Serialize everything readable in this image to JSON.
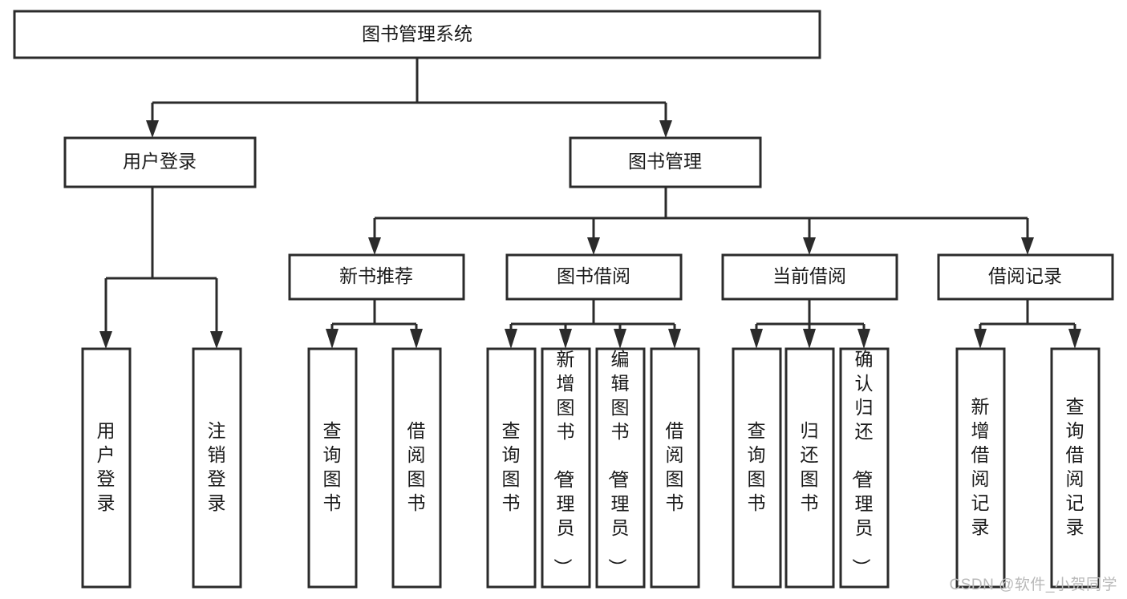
{
  "diagram": {
    "title": "图书管理系统",
    "watermark": "CSDN @软件_小贺同学",
    "colors": {
      "stroke": "#2b2b2b",
      "fill": "#ffffff",
      "text": "#1a1a1a",
      "watermark": "#b9b9b9",
      "background": "#ffffff"
    },
    "levels": {
      "root": "图书管理系统",
      "level2": [
        "用户登录",
        "图书管理"
      ],
      "level3": [
        "新书推荐",
        "图书借阅",
        "当前借阅",
        "借阅记录"
      ]
    },
    "nodes": {
      "root": {
        "label": "图书管理系统",
        "orientation": "horizontal"
      },
      "user_login": {
        "label": "用户登录",
        "orientation": "horizontal"
      },
      "book_manage": {
        "label": "图书管理",
        "orientation": "horizontal"
      },
      "new_book_rec": {
        "label": "新书推荐",
        "orientation": "horizontal"
      },
      "book_borrow": {
        "label": "图书借阅",
        "orientation": "horizontal"
      },
      "current_borrow": {
        "label": "当前借阅",
        "orientation": "horizontal"
      },
      "borrow_record": {
        "label": "借阅记录",
        "orientation": "horizontal"
      },
      "leaf_user_login": {
        "label": "用户登录",
        "orientation": "vertical"
      },
      "leaf_logout": {
        "label": "注销登录",
        "orientation": "vertical"
      },
      "leaf_query_book_1": {
        "label": "查询图书",
        "orientation": "vertical"
      },
      "leaf_borrow_book_1": {
        "label": "借阅图书",
        "orientation": "vertical"
      },
      "leaf_query_book_2": {
        "label": "查询图书",
        "orientation": "vertical"
      },
      "leaf_add_book": {
        "label": "新增图书（管理员）",
        "orientation": "vertical"
      },
      "leaf_edit_book": {
        "label": "编辑图书（管理员）",
        "orientation": "vertical"
      },
      "leaf_borrow_book_2": {
        "label": "借阅图书",
        "orientation": "vertical"
      },
      "leaf_query_book_3": {
        "label": "查询图书",
        "orientation": "vertical"
      },
      "leaf_return_book": {
        "label": "归还图书",
        "orientation": "vertical"
      },
      "leaf_confirm_return": {
        "label": "确认归还（管理员）",
        "orientation": "vertical"
      },
      "leaf_add_record": {
        "label": "新增借阅记录",
        "orientation": "vertical"
      },
      "leaf_query_record": {
        "label": "查询借阅记录",
        "orientation": "vertical"
      }
    },
    "tree": {
      "图书管理系统": {
        "用户登录": [
          "用户登录",
          "注销登录"
        ],
        "图书管理": {
          "新书推荐": [
            "查询图书",
            "借阅图书"
          ],
          "图书借阅": [
            "查询图书",
            "新增图书（管理员）",
            "编辑图书（管理员）",
            "借阅图书"
          ],
          "当前借阅": [
            "查询图书",
            "归还图书",
            "确认归还（管理员）"
          ],
          "借阅记录": [
            "新增借阅记录",
            "查询借阅记录"
          ]
        }
      }
    }
  }
}
